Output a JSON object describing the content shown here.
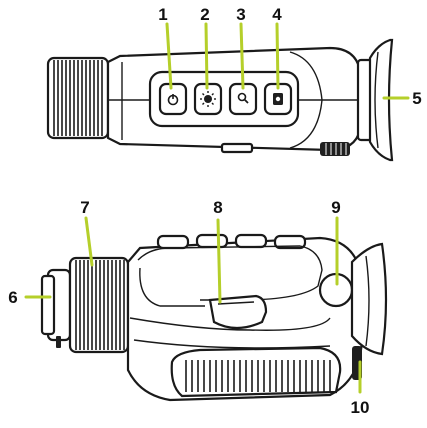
{
  "colors": {
    "leader": "#b5cf2a",
    "outline": "#1a1a1a",
    "dark_fill": "#1f1f1f",
    "background": "#ffffff"
  },
  "callouts": [
    {
      "id": 1,
      "label": "1",
      "target": "power-button"
    },
    {
      "id": 2,
      "label": "2",
      "target": "brightness-button"
    },
    {
      "id": 3,
      "label": "3",
      "target": "zoom-button"
    },
    {
      "id": 4,
      "label": "4",
      "target": "menu-button"
    },
    {
      "id": 5,
      "label": "5",
      "target": "eyecup"
    },
    {
      "id": 6,
      "label": "6",
      "target": "lens-cap"
    },
    {
      "id": 7,
      "label": "7",
      "target": "focus-ring"
    },
    {
      "id": 8,
      "label": "8",
      "target": "battery-compartment"
    },
    {
      "id": 9,
      "label": "9",
      "target": "diopter-knob"
    },
    {
      "id": 10,
      "label": "10",
      "target": "usb-port"
    }
  ],
  "icons": {
    "button_1": "power-icon",
    "button_2": "brightness-sun-icon",
    "button_3": "zoom-magnifier-icon",
    "button_4": "camera-menu-icon"
  }
}
